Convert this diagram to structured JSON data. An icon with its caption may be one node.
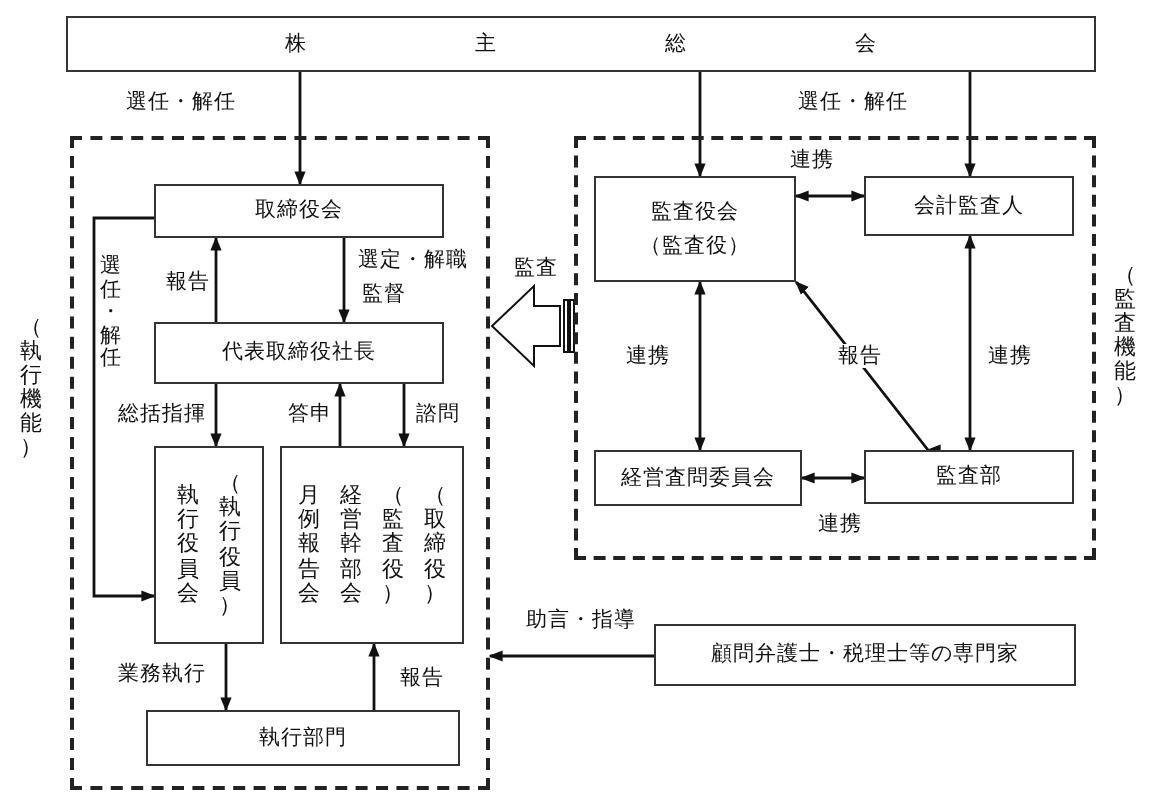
{
  "diagram": {
    "nodes": [
      {
        "text": [
          "株主総会"
        ]
      },
      {
        "text": [
          "（執行機能）"
        ]
      },
      {
        "text": [
          "取締役会"
        ],
        "in": 1
      },
      {
        "text": [
          "代表取締役社長"
        ],
        "in": 1
      },
      {
        "text": [
          "執行役員会",
          "（執行役員）"
        ],
        "in": 1
      },
      {
        "text": [
          "月例報告会",
          "経営幹部会",
          "（監査役）",
          "（取締役）"
        ],
        "in": 1
      },
      {
        "text": [
          "執行部門"
        ],
        "in": 1
      },
      {
        "text": [
          "（監査機能）"
        ]
      },
      {
        "text": [
          "監査役会",
          "（監査役）"
        ],
        "in": 7
      },
      {
        "text": [
          "会計監査人"
        ],
        "in": 7
      },
      {
        "text": [
          "経営査問委員会"
        ],
        "in": 7
      },
      {
        "text": [
          "監査部"
        ],
        "in": 7
      },
      {
        "text": [
          "顧問弁護士・税理士等の専門家"
        ]
      }
    ],
    "edges": [
      {
        "from": 0,
        "to": 2,
        "arrow": "to",
        "label": "選任・解任"
      },
      {
        "from": 0,
        "to": 8,
        "arrow": "to"
      },
      {
        "from": 0,
        "to": 9,
        "arrow": "to"
      },
      {
        "from": 8,
        "to": 9,
        "arrow": "both",
        "label": "連携"
      },
      {
        "from": 3,
        "to": 2,
        "arrow": "to",
        "label": "報告"
      },
      {
        "from": 2,
        "to": 3,
        "arrow": "to",
        "label": "選定・解職"
      },
      {
        "from": 2,
        "to": 4,
        "arrow": "to",
        "label": "選任・解任"
      },
      {
        "from": 3,
        "to": 4,
        "arrow": "to",
        "label": "総括指揮"
      },
      {
        "from": 5,
        "to": 3,
        "arrow": "to",
        "label": "答申"
      },
      {
        "from": 3,
        "to": 5,
        "arrow": "to",
        "label": "諮問"
      },
      {
        "from": 4,
        "to": 6,
        "arrow": "to",
        "label": "業務執行"
      },
      {
        "from": 6,
        "to": 5,
        "arrow": "to",
        "label": "報告"
      },
      {
        "from": 7,
        "to": 1,
        "arrow": "to",
        "label": "監査",
        "style": "thick"
      },
      {
        "from": 8,
        "to": 10,
        "arrow": "both",
        "label": "連携"
      },
      {
        "from": 9,
        "to": 11,
        "arrow": "both",
        "label": "連携"
      },
      {
        "from": 11,
        "to": 8,
        "arrow": "both",
        "label": "報告"
      },
      {
        "from": 10,
        "to": 11,
        "arrow": "both",
        "label": "連携"
      },
      {
        "from": 12,
        "to": 1,
        "arrow": "to",
        "label": "助言・指導"
      }
    ],
    "labels": [
      "選任・解任",
      "監督"
    ]
  }
}
